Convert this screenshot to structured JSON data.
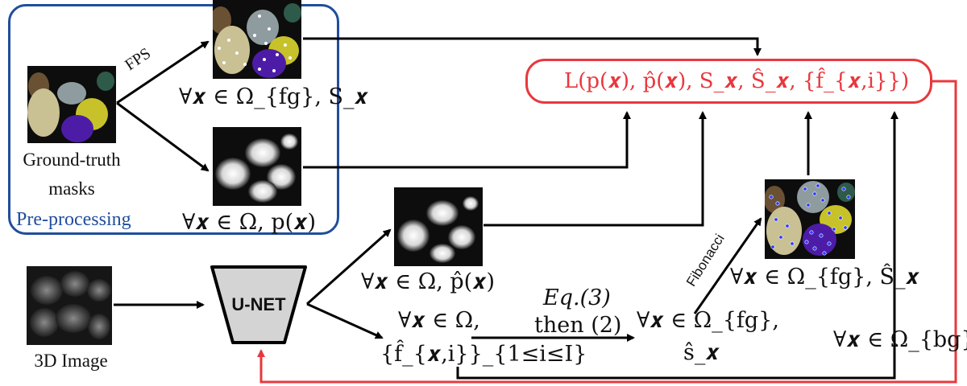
{
  "preprocessing": {
    "title": "Pre-processing",
    "input_label_line1": "Ground-truth",
    "input_label_line2": "masks",
    "fps_label": "FPS",
    "top_output_formula": "∀𝒙 ∈ Ω_{fg}, S_𝒙",
    "bottom_output_formula": "∀𝒙 ∈ Ω, p(𝒙)"
  },
  "network": {
    "input_label": "3D Image",
    "unet_label": "U-NET",
    "prob_formula": "∀𝒙 ∈ Ω, p̂(𝒙)",
    "feat_formula_line1": "∀𝒙 ∈ Ω,",
    "feat_formula_line2": "{f̂_{𝒙,i}}_{1≤i≤I}",
    "eq_label_line1": "Eq.(3)",
    "eq_label_line2": "then (2)",
    "fg_formula_line1": "∀𝒙 ∈ Ω_{fg},",
    "fg_formula_line2": "ŝ_𝒙",
    "fibonacci_label": "Fibonacci",
    "fib_output_formula": "∀𝒙 ∈ Ω_{fg}, Ŝ_𝒙",
    "bg_formula": "∀𝒙 ∈ Ω_{bg}"
  },
  "loss": {
    "formula": "L(p(𝒙), p̂(𝒙), S_𝒙, Ŝ_𝒙, {f̂_{𝒙,i}})"
  },
  "colors": {
    "preprocessing_box": "#1f4e9c",
    "loss": "#e8383d",
    "arrows": "#000000",
    "unet_fill": "#d4d4d4"
  }
}
